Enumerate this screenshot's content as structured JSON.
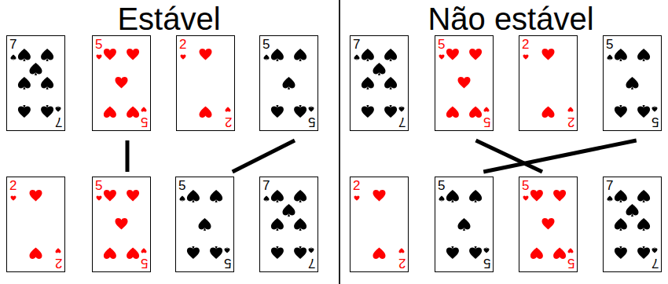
{
  "diagram": {
    "nodes": [
      {
        "text": [
          "7",
          "7"
        ]
      },
      {
        "text": [
          "5",
          "5"
        ]
      },
      {
        "text": [
          "2",
          "2"
        ]
      },
      {
        "text": [
          "5",
          "5"
        ]
      },
      {
        "text": [
          "2",
          "2"
        ]
      },
      {
        "text": [
          "5",
          "5"
        ]
      },
      {
        "text": [
          "5",
          "5"
        ]
      },
      {
        "text": [
          "7",
          "7"
        ]
      },
      {
        "text": [
          "7",
          "7"
        ]
      },
      {
        "text": [
          "5",
          "5"
        ]
      },
      {
        "text": [
          "2",
          "2"
        ]
      },
      {
        "text": [
          "5",
          "5"
        ]
      },
      {
        "text": [
          "2",
          "2"
        ]
      },
      {
        "text": [
          "5",
          "5"
        ]
      },
      {
        "text": [
          "5",
          "5"
        ]
      },
      {
        "text": [
          "7",
          "7"
        ]
      }
    ],
    "edges": [
      {
        "from": 1,
        "to": 5,
        "arrow": "none"
      },
      {
        "from": 3,
        "to": 6,
        "arrow": "none"
      },
      {
        "from": 9,
        "to": 14,
        "arrow": "none"
      },
      {
        "from": 11,
        "to": 13,
        "arrow": "none"
      }
    ],
    "labels": [
      "Estável",
      "Não estável"
    ]
  }
}
